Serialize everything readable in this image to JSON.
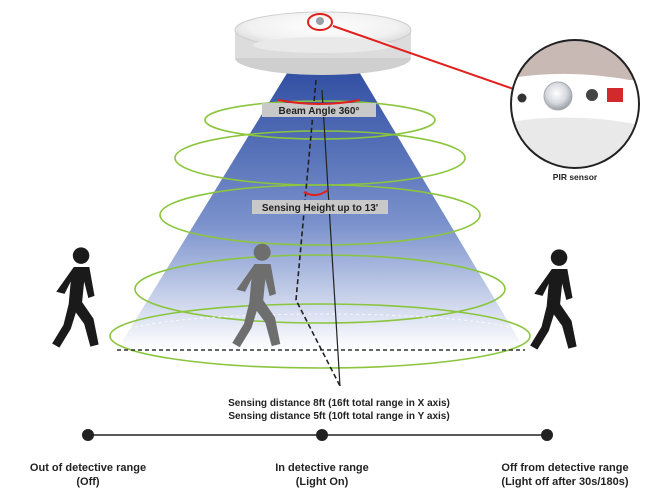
{
  "labels": {
    "beam_angle": "Beam Angle 360°",
    "sensing_height": "Sensing Height up to 13'",
    "pir_sensor": "PIR sensor",
    "distance_x": "Sensing distance 8ft (16ft total range in X axis)",
    "distance_y": "Sensing distance 5ft (10ft total range in Y axis)"
  },
  "states": [
    {
      "title": "Out of detective range",
      "subtitle": "(Off)"
    },
    {
      "title": "In detective range",
      "subtitle": "(Light On)"
    },
    {
      "title": "Off from detective range",
      "subtitle": "(Light off after 30s/180s)"
    }
  ],
  "colors": {
    "beam_top": "#1f3f9a",
    "beam_bottom": "#ffffff",
    "ring": "#8bc53f",
    "callout": "#e0201d",
    "label_bg": "#c9c9c9",
    "person_dark": "#1a1a1a",
    "person_grey": "#6e6e6e"
  },
  "icons": [
    "ceiling-light-icon",
    "pir-sensor-closeup",
    "walking-person-icon"
  ]
}
